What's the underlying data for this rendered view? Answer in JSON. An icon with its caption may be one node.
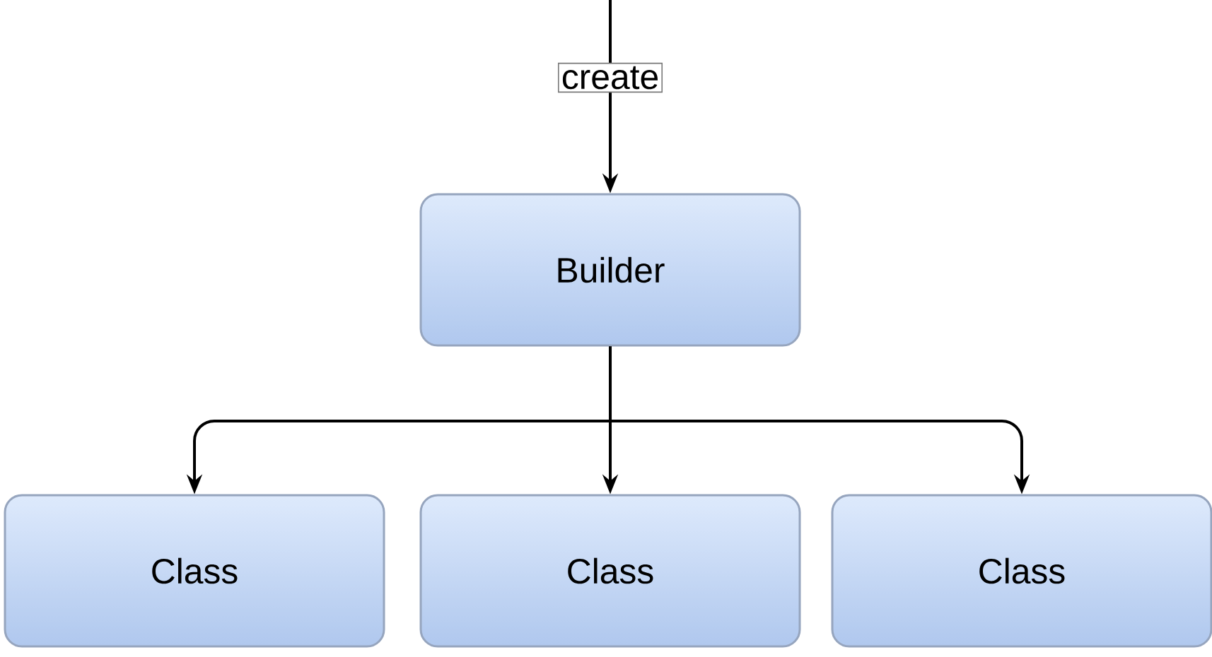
{
  "diagram": {
    "nodes": [
      {
        "text": [
          "Builder"
        ]
      },
      {
        "text": [
          "Class"
        ]
      },
      {
        "text": [
          "Class"
        ]
      },
      {
        "text": [
          "Class"
        ]
      }
    ],
    "edges": [
      {
        "from": null,
        "to": 0,
        "arrow": "to",
        "label": "create"
      },
      {
        "from": 0,
        "to": 1,
        "arrow": "to"
      },
      {
        "from": 0,
        "to": 2,
        "arrow": "to"
      },
      {
        "from": 0,
        "to": 3,
        "arrow": "to"
      }
    ]
  }
}
